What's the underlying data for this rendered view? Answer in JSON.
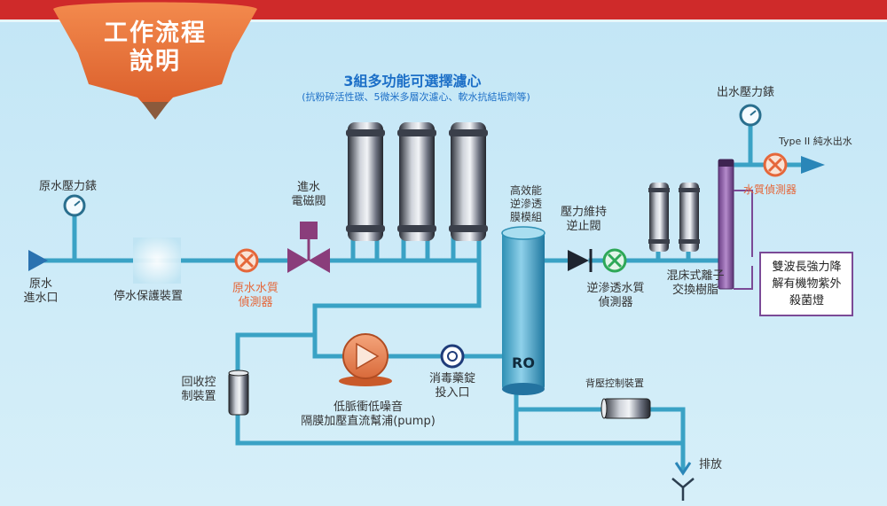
{
  "header": {
    "title_line1": "工作流程",
    "title_line2": "說明"
  },
  "filters": {
    "title": "3組多功能可選擇濾心",
    "subtitle": "(抗粉碎活性碳、5微米多層次濾心、軟水抗結垢劑等)"
  },
  "labels": {
    "raw_pressure": "原水壓力錶",
    "raw_inlet_1": "原水",
    "raw_inlet_2": "進水口",
    "stop_protect": "停水保護裝置",
    "raw_quality_1": "原水水質",
    "raw_quality_2": "偵測器",
    "solenoid_1": "進水",
    "solenoid_2": "電磁閥",
    "ro_module_1": "高效能",
    "ro_module_2": "逆滲透",
    "ro_module_3": "膜模組",
    "ro_text": "RO",
    "check_valve_1": "壓力維持",
    "check_valve_2": "逆止閥",
    "ro_quality_1": "逆滲透水質",
    "ro_quality_2": "偵測器",
    "resin_1": "混床式離子",
    "resin_2": "交換樹脂",
    "out_pressure": "出水壓力錶",
    "out_type": "Type II 純水出水",
    "out_quality": "水質偵測器",
    "uv_1": "雙波長強力降",
    "uv_2": "解有機物紫外",
    "uv_3": "殺菌燈",
    "recycle_1": "回收控",
    "recycle_2": "制裝置",
    "pump_1": "低脈衝低噪音",
    "pump_2": "隔膜加壓直流幫浦(pump)",
    "disinfect_1": "消毒藥錠",
    "disinfect_2": "投入口",
    "back_pressure": "背壓控制裝置",
    "drain": "排放"
  },
  "colors": {
    "background": "#c9e9f7",
    "pipe": "#3aa2c5",
    "badge": "#e8703c",
    "ribbon": "#cf2a2a",
    "accent_orange": "#e5673a",
    "title_blue": "#1c6fc7",
    "valve_purple": "#8a3d7b",
    "check_green": "#2ea857",
    "uv_purple": "#7b4a96"
  },
  "icons": [
    "pressure-gauge-icon",
    "sensor-icon",
    "solenoid-valve-icon",
    "check-valve-icon",
    "pump-icon",
    "inlet-arrow-icon",
    "outlet-arrow-icon",
    "drain-icon"
  ]
}
